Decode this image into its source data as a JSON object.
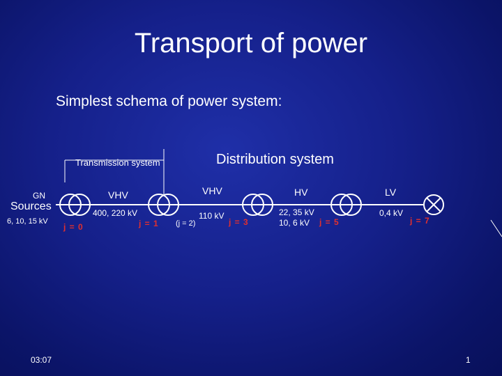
{
  "title": "Transport of power",
  "subtitle": "Simplest schema of power system:",
  "transmission_label": "Transmission system",
  "distribution_label": "Distribution system",
  "nodes": {
    "gn": "GN",
    "sources": "Sources",
    "gen_voltage": "6, 10, 15 kV",
    "j0": "j = 0",
    "vhv1": "VHV",
    "vhv1_voltage": "400, 220 kV",
    "j1": "j = 1",
    "j2": "(j = 2)",
    "vhv2": "VHV",
    "vhv2_voltage": "110 kV",
    "j3": "j = 3",
    "hv": "HV",
    "hv_voltage_1": "22, 35 kV",
    "hv_voltage_2": "10, 6 kV",
    "j5": "j = 5",
    "lv": "LV",
    "lv_voltage": "0,4 kV",
    "j7": "j = 7"
  },
  "footer": {
    "time": "03:07",
    "page": "1"
  }
}
